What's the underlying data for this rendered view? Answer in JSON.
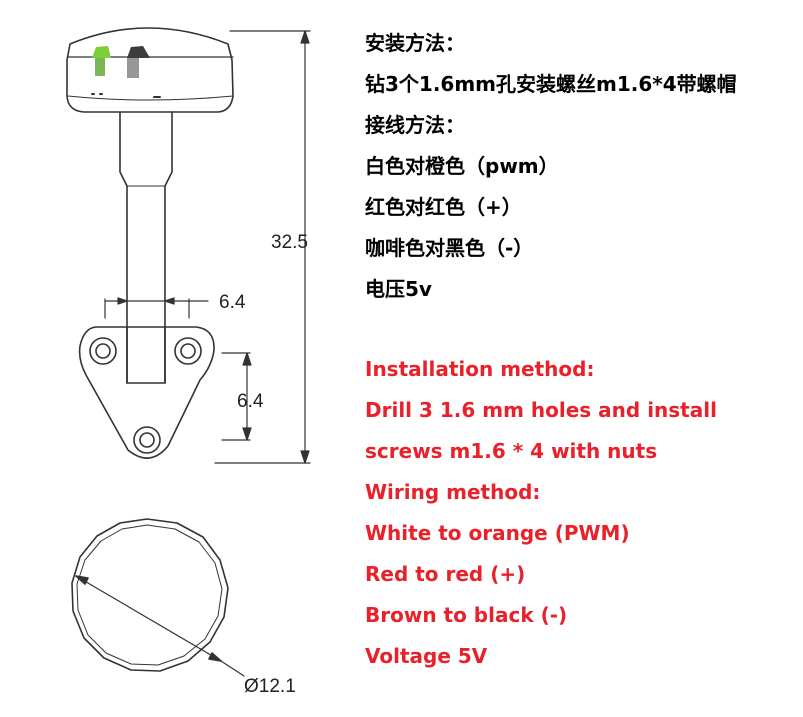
{
  "drawing": {
    "dimensions": {
      "height": "32.5",
      "stem_width": "6.4",
      "hole_spacing": "6.4",
      "diameter": "Ø12.1"
    }
  },
  "chinese_instructions": [
    "安装方法：",
    "钻3个1.6mm孔安装螺丝m1.6*4带螺帽",
    "接线方法：",
    "白色对橙色（pwm）",
    "红色对红色（+）",
    "咖啡色对黑色（-）",
    "电压5v"
  ],
  "english_instructions": [
    "Installation method:",
    "Drill 3 1.6 mm holes and install",
    "screws m1.6 * 4 with nuts",
    "Wiring method:",
    "White to orange (PWM)",
    "Red to red (+)",
    "Brown to black (-)",
    "Voltage 5V"
  ],
  "colors": {
    "chinese_text": "#000000",
    "english_text": "#e8212a",
    "line": "#333333"
  }
}
